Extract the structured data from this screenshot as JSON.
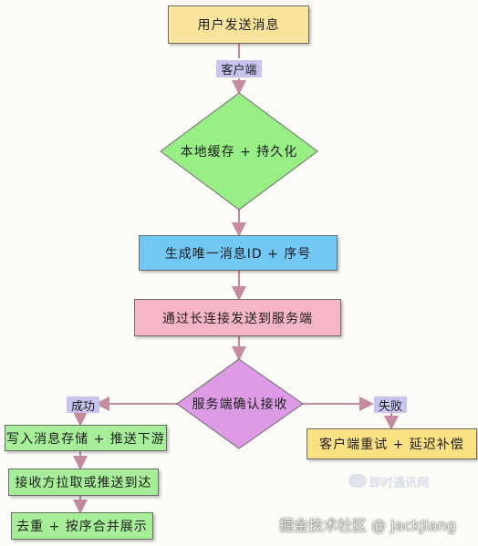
{
  "colors": {
    "start_box": "#fbe39b",
    "tag": "#c7c4f0",
    "decision": "#97ef86",
    "blue_box": "#72c8f5",
    "pink_box": "#f7b5c6",
    "confirm_decision": "#dd9be6",
    "success_box": "#a6ef98",
    "failure_box": "#fbe181",
    "arrow": "#c48a9f"
  },
  "nodes": {
    "start": "用户发送消息",
    "client_tag": "客户端",
    "local_cache": "本地缓存 + 持久化",
    "gen_id": "生成唯一消息ID + 序号",
    "send_long_conn": "通过长连接发送到服务端",
    "server_confirm": "服务端确认接收",
    "success_tag": "成功",
    "failure_tag": "失败",
    "write_store": "写入消息存储 + 推送下游",
    "receiver_pull": "接收方拉取或推送到达",
    "dedup_sort": "去重 + 按序合并展示",
    "client_retry": "客户端重试 + 延迟补偿"
  },
  "watermark": {
    "text": "掘金技术社区 @ JackJiang",
    "logo_icon": "chat-bubble-icon",
    "logo_text": "即时通讯网"
  }
}
